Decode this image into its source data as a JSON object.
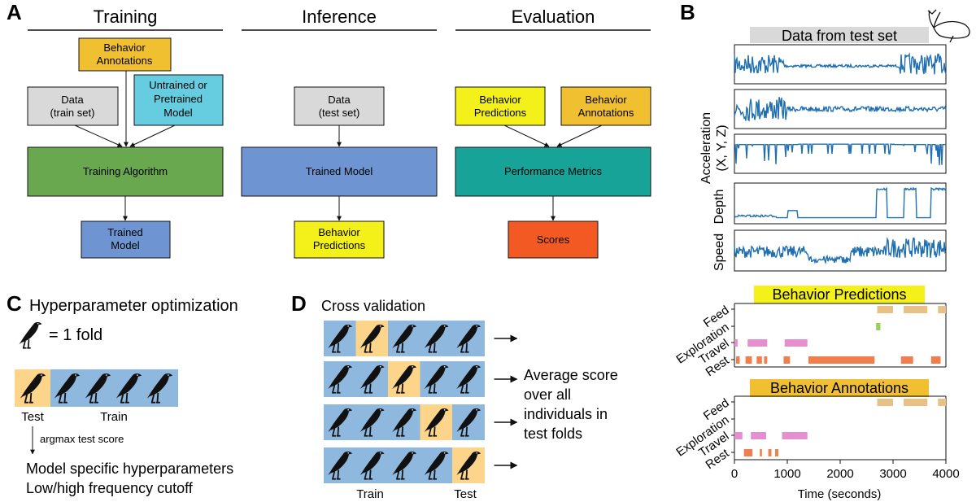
{
  "panels": {
    "a": "A",
    "b": "B",
    "c": "C",
    "d": "D"
  },
  "panel_a": {
    "training": {
      "heading": "Training",
      "behavior_annotations": [
        "Behavior",
        "Annotations"
      ],
      "data_train": [
        "Data",
        "(train set)"
      ],
      "untrained_model": [
        "Untrained or",
        "Pretrained",
        "Model"
      ],
      "algorithm": "Training Algorithm",
      "output": [
        "Trained",
        "Model"
      ]
    },
    "inference": {
      "heading": "Inference",
      "data_test": [
        "Data",
        "(test set)"
      ],
      "model": "Trained Model",
      "output": [
        "Behavior",
        "Predictions"
      ]
    },
    "evaluation": {
      "heading": "Evaluation",
      "predictions": [
        "Behavior",
        "Predictions"
      ],
      "annotations": [
        "Behavior",
        "Annotations"
      ],
      "metrics": "Performance Metrics",
      "output": "Scores"
    }
  },
  "panel_b": {
    "banner": "Data from test set",
    "acceleration_label": [
      "Acceleration",
      "(X, Y, Z)"
    ],
    "depth_label": "Depth",
    "speed_label": "Speed",
    "predictions_title": "Behavior Predictions",
    "annotations_title": "Behavior Annotations",
    "ethogram_labels": [
      "Feed",
      "Exploration",
      "Travel",
      "Rest"
    ],
    "xlabel": "Time (seconds)",
    "x_ticks": [
      "0",
      "1000",
      "2000",
      "3000",
      "4000"
    ]
  },
  "panel_c": {
    "title": "Hyperparameter optimization",
    "fold_legend": "= 1 fold",
    "test_label": "Test",
    "train_label": "Train",
    "arrow_label": "argmax test score",
    "result_lines": [
      "Model specific hyperparameters",
      "Low/high frequency cutoff"
    ]
  },
  "panel_d": {
    "title": "Cross validation",
    "result_lines": [
      "Average score",
      "over all",
      "individuals in",
      "test folds"
    ],
    "train_label": "Train",
    "test_label": "Test"
  },
  "colors": {
    "annotations": "#f0c030",
    "data": "#d9d9d9",
    "untrained": "#66cce0",
    "algorithm": "#6aa84f",
    "model": "#6e95d2",
    "predictions": "#f4f01a",
    "metrics": "#17a398",
    "scores": "#f35a23",
    "fold_blue": "#8fb8de",
    "fold_orange": "#fcd58a",
    "trace": "#1f6fb2",
    "feed": "#e8c187",
    "exploration": "#96d15a",
    "travel": "#e68fd0",
    "rest": "#ef7f4c"
  },
  "chart_data": {
    "type": "line",
    "x_range": [
      0,
      4000
    ],
    "ethogram_predictions": {
      "Feed": [
        [
          2700,
          3000
        ],
        [
          3200,
          3650
        ],
        [
          3850,
          4000
        ]
      ],
      "Exploration": [
        [
          2680,
          2760
        ]
      ],
      "Travel": [
        [
          0,
          60
        ],
        [
          250,
          620
        ],
        [
          950,
          1380
        ]
      ],
      "Rest": [
        [
          30,
          100
        ],
        [
          210,
          330
        ],
        [
          420,
          520
        ],
        [
          560,
          620
        ],
        [
          930,
          1050
        ],
        [
          1400,
          2650
        ],
        [
          3150,
          3380
        ],
        [
          3720,
          3900
        ]
      ]
    },
    "ethogram_annotations": {
      "Feed": [
        [
          2700,
          3000
        ],
        [
          3200,
          3650
        ],
        [
          3850,
          4000
        ]
      ],
      "Travel": [
        [
          0,
          150
        ],
        [
          310,
          600
        ],
        [
          900,
          1380
        ]
      ],
      "Rest": [
        [
          180,
          340
        ],
        [
          480,
          520
        ],
        [
          640,
          700
        ],
        [
          770,
          830
        ]
      ]
    }
  }
}
